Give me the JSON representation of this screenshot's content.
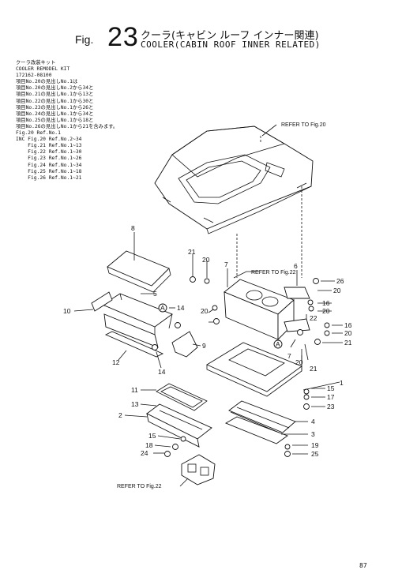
{
  "header": {
    "fig_label": "Fig.",
    "fig_number": "23",
    "title_jp": "クーラ(キャビン ルーフ インナー関連)",
    "title_en": "COOLER(CABIN ROOF INNER RELATED)"
  },
  "kit_info": [
    "クーラ改装キット",
    "COOLER REMODEL KIT",
    "172162-08100",
    "項目No.20の見出しNo.1は",
    "項目No.20の見出しNo.2から34と",
    "項目No.21の見出しNo.1から13と",
    "項目No.22の見出しNo.1から30と",
    "項目No.23の見出しNo.1から26と",
    "項目No.24の見出しNo.1から34と",
    "項目No.25の見出しNo.1から18と",
    "項目No.26の見出しNo.1から21を含みます。",
    "Fig.20 Ref.No.1",
    "INC Fig.20 Ref.No.2~34",
    "    Fig.21 Ref.No.1~13",
    "    Fig.22 Ref.No.1~30",
    "    Fig.23 Ref.No.1~26",
    "    Fig.24 Ref.No.1~34",
    "    Fig.25 Ref.No.1~18",
    "    Fig.26 Ref.No.1~21"
  ],
  "references": {
    "top_right": "REFER TO Fig.20",
    "middle": "REFER TO Fig.22",
    "bottom": "REFER TO Fig.22"
  },
  "circle_marker": "A",
  "callouts": {
    "c1": "1",
    "c2": "2",
    "c3": "3",
    "c4": "4",
    "c5": "5",
    "c6": "6",
    "c7a": "7",
    "c7b": "7",
    "c8": "8",
    "c9": "9",
    "c10": "10",
    "c11": "11",
    "c12": "12",
    "c13": "13",
    "c14a": "14",
    "c14b": "14",
    "c15a": "15",
    "c15b": "15",
    "c16a": "16",
    "c16b": "16",
    "c17": "17",
    "c18": "18",
    "c19": "19",
    "c20a": "20",
    "c20b": "20",
    "c20c": "20",
    "c20d": "20",
    "c20e": "20",
    "c21a": "21",
    "c21b": "21",
    "c21c": "21",
    "c22": "22",
    "c23": "23",
    "c24": "24",
    "c25": "25",
    "c26": "26"
  },
  "page_number": "87"
}
